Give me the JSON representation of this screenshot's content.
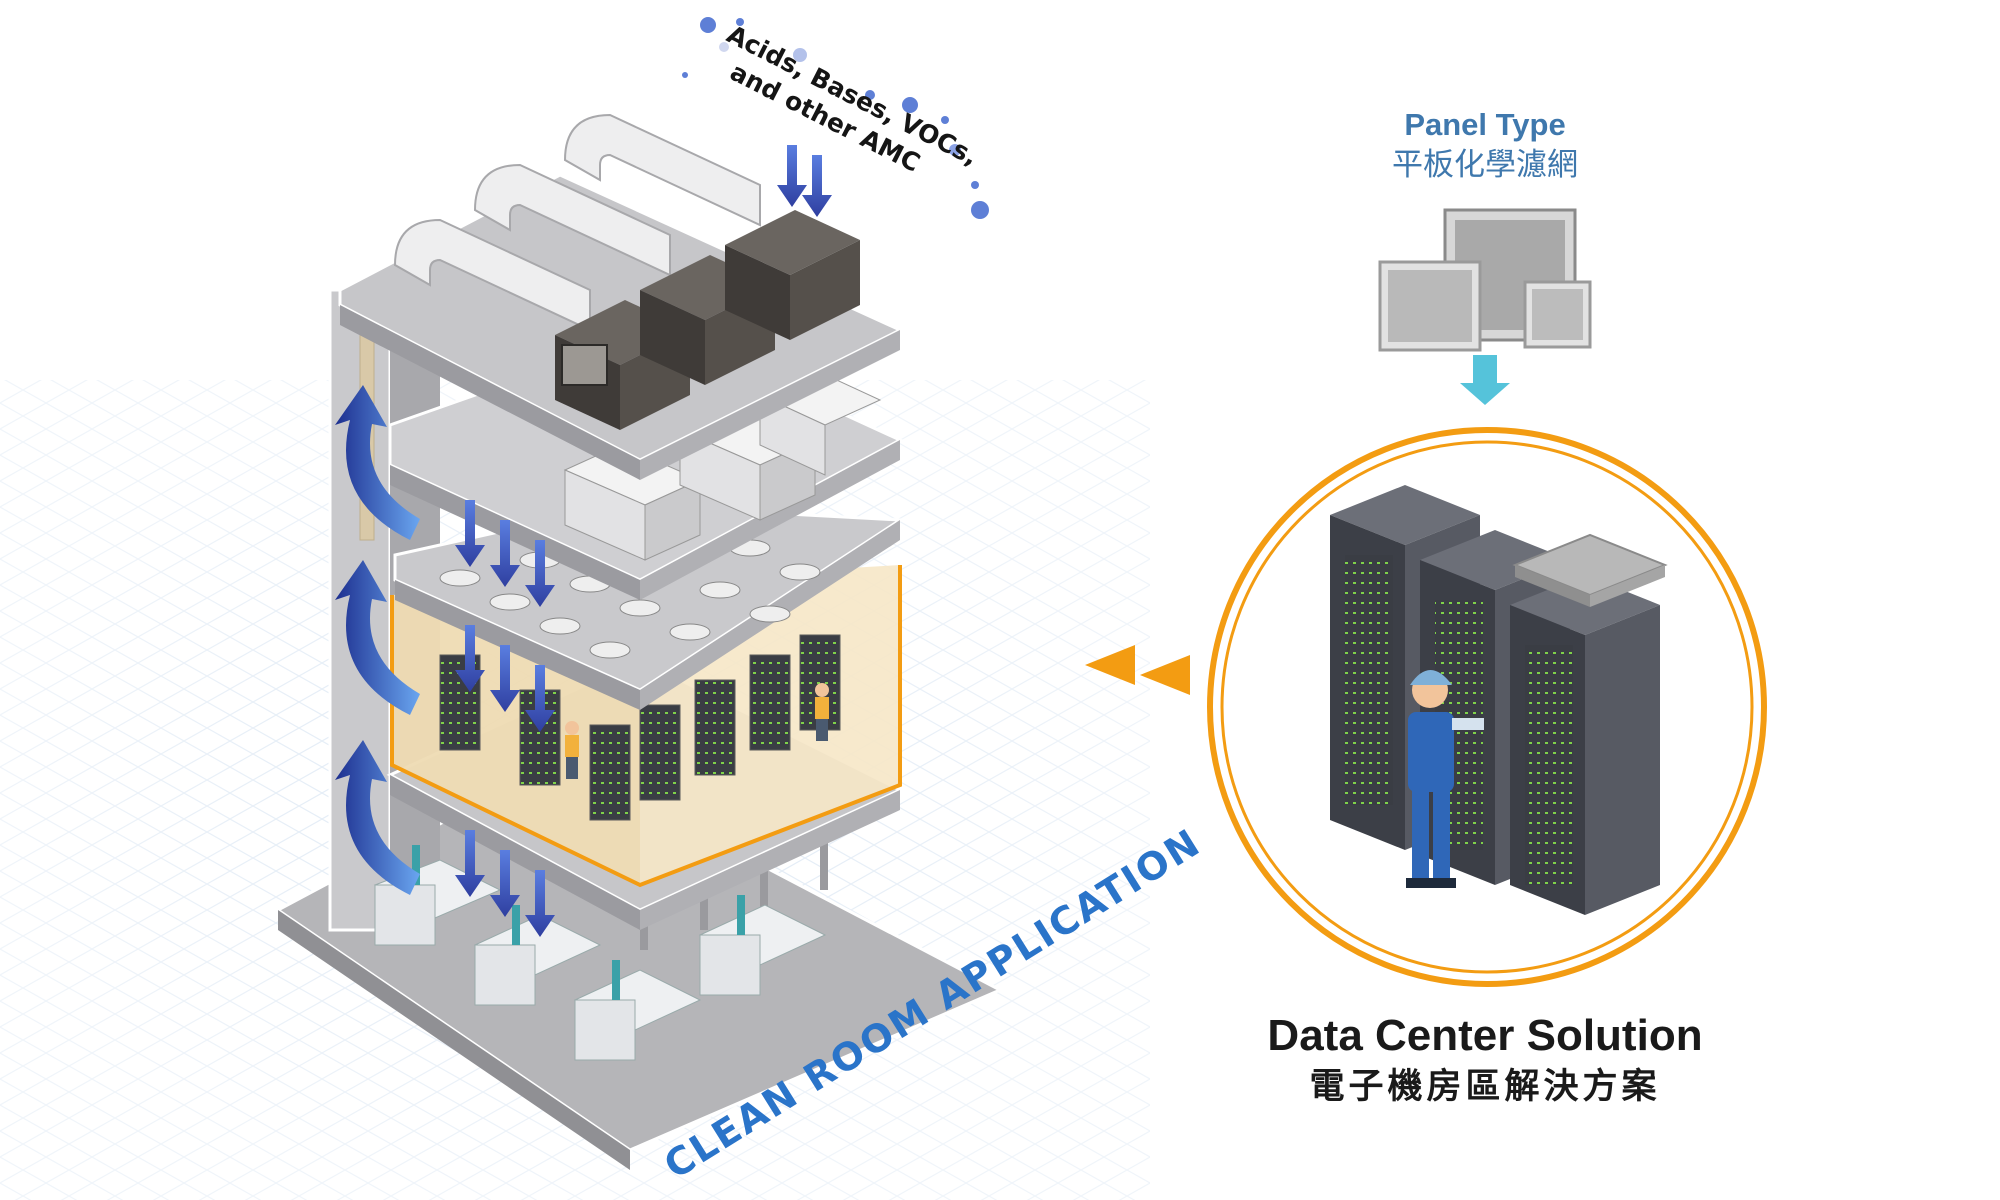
{
  "annotation": {
    "line1": "Acids, Bases, VOCs,",
    "line2": "and other AMC"
  },
  "panel": {
    "title": "Panel Type",
    "subtitle": "平板化學濾網"
  },
  "solution": {
    "title": "Data Center Solution",
    "subtitle": "電子機房區解決方案"
  },
  "banner": "CLEAN ROOM APPLICATION",
  "colors": {
    "accent_orange": "#f39c12",
    "airflow_blue": "#3d55b8",
    "panel_text": "#3f78ad",
    "banner_blue": "#2a74c9"
  }
}
